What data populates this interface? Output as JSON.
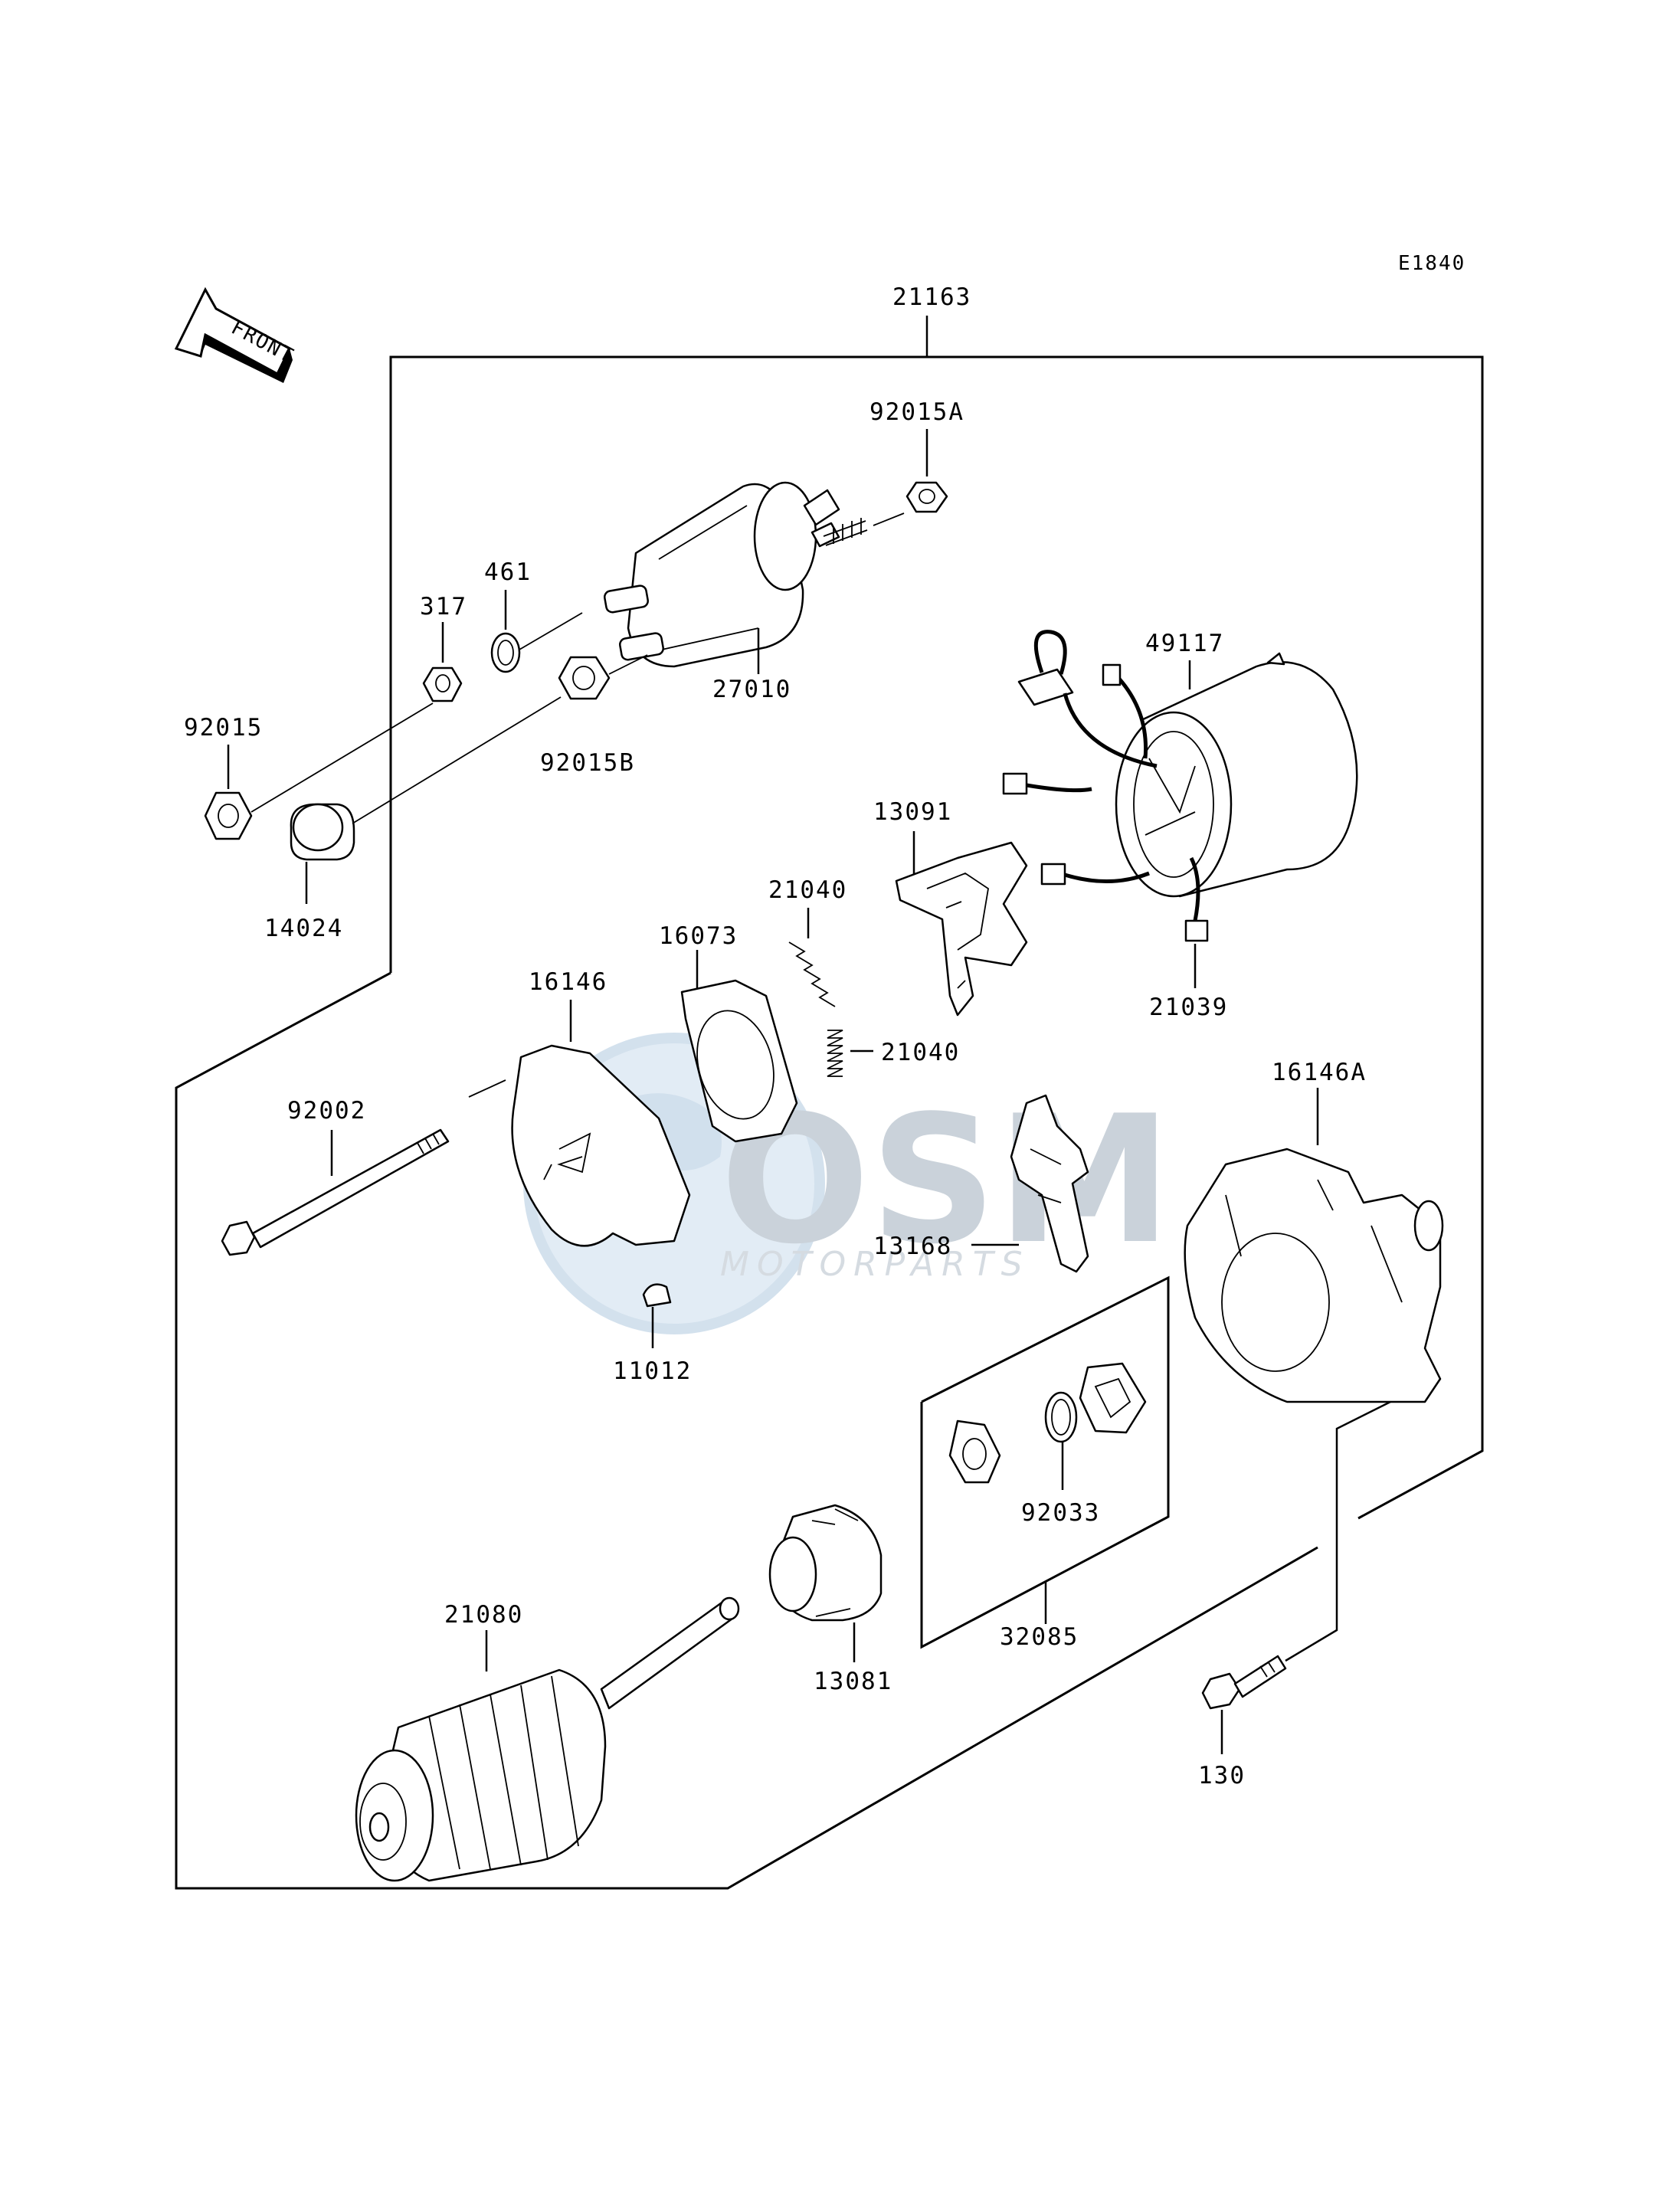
{
  "diagram_code": "E1840",
  "front_label": "FRONT",
  "watermark": {
    "brand": "OSM",
    "sub": "MOTORPARTS"
  },
  "parts": {
    "p21163": "21163",
    "p92015A": "92015A",
    "p461": "461",
    "p317": "317",
    "p27010": "27010",
    "p92015": "92015",
    "p92015B": "92015B",
    "p14024": "14024",
    "p49117": "49117",
    "p13091": "13091",
    "p21040a": "21040",
    "p16073": "16073",
    "p16146": "16146",
    "p21040b": "21040",
    "p21039": "21039",
    "p16146A": "16146A",
    "p92002": "92002",
    "p13168": "13168",
    "p11012": "11012",
    "p92033": "92033",
    "p21080": "21080",
    "p13081": "13081",
    "p32085": "32085",
    "p130": "130"
  }
}
